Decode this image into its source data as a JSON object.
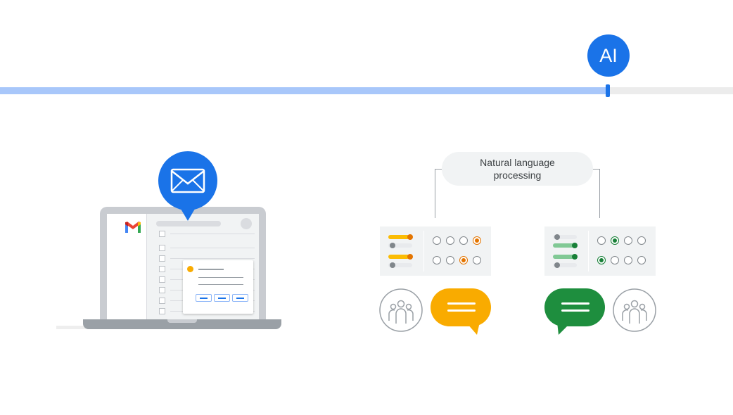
{
  "timeline": {
    "badge_label": "AI",
    "progress_percent": 83,
    "colors": {
      "track": "#ececec",
      "fill": "#a8c7fa",
      "accent": "#1a73e8"
    }
  },
  "laptop": {
    "app_icon": "gmail-logo-icon",
    "floating_icon": "mail-envelope-icon",
    "mail_rows": 8
  },
  "nlp": {
    "label": "Natural language processing"
  },
  "left_side": {
    "accent_color": "#f9ab00",
    "selected_radio_row1": 4,
    "selected_radio_row2": 3,
    "icons": [
      "people-group-icon",
      "chat-bubble-icon"
    ]
  },
  "right_side": {
    "accent_color": "#1e8e3e",
    "selected_radio_row1": 2,
    "selected_radio_row2": 1,
    "icons": [
      "chat-bubble-icon",
      "people-group-icon"
    ]
  }
}
